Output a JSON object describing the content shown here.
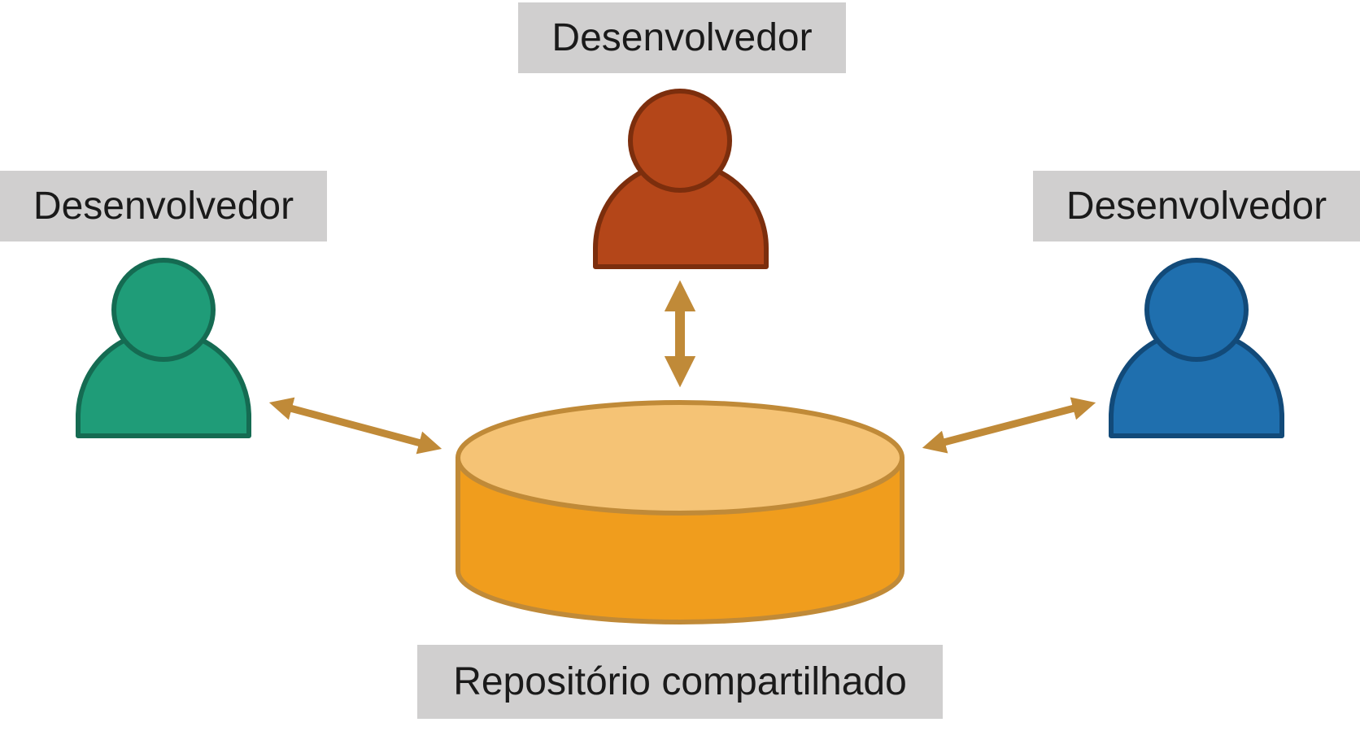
{
  "developers": [
    {
      "id": "top",
      "label": "Desenvolvedor",
      "color": "#b44619",
      "outline": "#7c2e0d"
    },
    {
      "id": "left",
      "label": "Desenvolvedor",
      "color": "#1f9c78",
      "outline": "#156b52"
    },
    {
      "id": "right",
      "label": "Desenvolvedor",
      "color": "#1f6fae",
      "outline": "#124a79"
    }
  ],
  "repository": {
    "label": "Repositório compartilhado",
    "top_color": "#f5c375",
    "body_color": "#f09d1d",
    "outline": "#c08a38"
  },
  "arrow_color": "#c08a38",
  "label_background": "#d0cfcf"
}
